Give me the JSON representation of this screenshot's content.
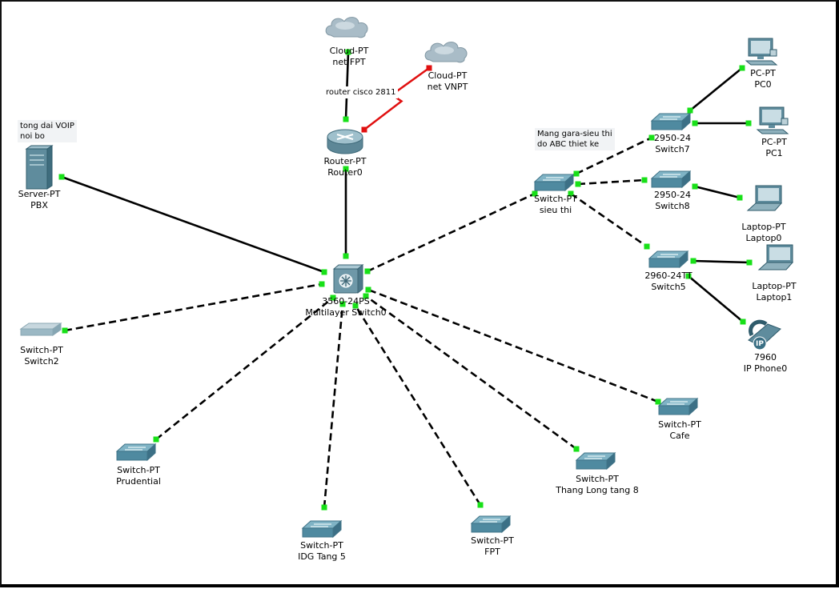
{
  "notes": {
    "voip": {
      "line1": "tong dai VOIP",
      "line2": "noi bo"
    },
    "router_model": "router cisco 2811",
    "gara": {
      "line1": "Mang gara-sieu thi",
      "line2": "do ABC thiet ke"
    }
  },
  "devices": [
    {
      "id": "cloud_fpt",
      "icon": "cloud-icon",
      "model": "Cloud-PT",
      "name": "net FPT"
    },
    {
      "id": "cloud_vnpt",
      "icon": "cloud-icon",
      "model": "Cloud-PT",
      "name": "net VNPT"
    },
    {
      "id": "router0",
      "icon": "router-icon",
      "model": "Router-PT",
      "name": "Router0"
    },
    {
      "id": "server_pbx",
      "icon": "server-icon",
      "model": "Server-PT",
      "name": "PBX"
    },
    {
      "id": "mls0",
      "icon": "multilayer-switch-icon",
      "model": "3560-24PS",
      "name": "Multilayer Switch0"
    },
    {
      "id": "sw_sieuthi",
      "icon": "switch-icon",
      "model": "Switch-PT",
      "name": "sieu thi"
    },
    {
      "id": "switch7",
      "icon": "switch-icon",
      "model": "2950-24",
      "name": "Switch7"
    },
    {
      "id": "switch8",
      "icon": "switch-icon",
      "model": "2950-24",
      "name": "Switch8"
    },
    {
      "id": "switch5",
      "icon": "switch-icon",
      "model": "2960-24TT",
      "name": "Switch5"
    },
    {
      "id": "pc0",
      "icon": "pc-icon",
      "model": "PC-PT",
      "name": "PC0"
    },
    {
      "id": "pc1",
      "icon": "pc-icon",
      "model": "PC-PT",
      "name": "PC1"
    },
    {
      "id": "laptop0",
      "icon": "laptop-icon",
      "model": "Laptop-PT",
      "name": "Laptop0"
    },
    {
      "id": "laptop1",
      "icon": "laptop-icon",
      "model": "Laptop-PT",
      "name": "Laptop1"
    },
    {
      "id": "ipphone0",
      "icon": "ip-phone-icon",
      "model": "7960",
      "name": "IP Phone0"
    },
    {
      "id": "switch2",
      "icon": "switch-icon",
      "model": "Switch-PT",
      "name": "Switch2"
    },
    {
      "id": "sw_prudential",
      "icon": "switch-icon",
      "model": "Switch-PT",
      "name": "Prudential"
    },
    {
      "id": "sw_idg",
      "icon": "switch-icon",
      "model": "Switch-PT",
      "name": "IDG Tang 5"
    },
    {
      "id": "sw_fpt",
      "icon": "switch-icon",
      "model": "Switch-PT",
      "name": "FPT"
    },
    {
      "id": "sw_thanglong",
      "icon": "switch-icon",
      "model": "Switch-PT",
      "name": "Thang Long tang 8"
    },
    {
      "id": "sw_cafe",
      "icon": "switch-icon",
      "model": "Switch-PT",
      "name": "Cafe"
    }
  ],
  "links": [
    {
      "from": "cloud_fpt",
      "to": "router0",
      "type": "copper-straight"
    },
    {
      "from": "cloud_vnpt",
      "to": "router0",
      "type": "serial"
    },
    {
      "from": "router0",
      "to": "mls0",
      "type": "copper-straight"
    },
    {
      "from": "server_pbx",
      "to": "mls0",
      "type": "copper-straight"
    },
    {
      "from": "mls0",
      "to": "sw_sieuthi",
      "type": "copper-cross"
    },
    {
      "from": "mls0",
      "to": "switch2",
      "type": "copper-cross"
    },
    {
      "from": "mls0",
      "to": "sw_prudential",
      "type": "copper-cross"
    },
    {
      "from": "mls0",
      "to": "sw_idg",
      "type": "copper-cross"
    },
    {
      "from": "mls0",
      "to": "sw_fpt",
      "type": "copper-cross"
    },
    {
      "from": "mls0",
      "to": "sw_thanglong",
      "type": "copper-cross"
    },
    {
      "from": "mls0",
      "to": "sw_cafe",
      "type": "copper-cross"
    },
    {
      "from": "sw_sieuthi",
      "to": "switch7",
      "type": "copper-cross"
    },
    {
      "from": "sw_sieuthi",
      "to": "switch8",
      "type": "copper-cross"
    },
    {
      "from": "sw_sieuthi",
      "to": "switch5",
      "type": "copper-cross"
    },
    {
      "from": "switch7",
      "to": "pc0",
      "type": "copper-straight"
    },
    {
      "from": "switch7",
      "to": "pc1",
      "type": "copper-straight"
    },
    {
      "from": "switch8",
      "to": "laptop0",
      "type": "copper-straight"
    },
    {
      "from": "switch5",
      "to": "laptop1",
      "type": "copper-straight"
    },
    {
      "from": "switch5",
      "to": "ipphone0",
      "type": "copper-straight"
    }
  ],
  "colors": {
    "link": "#000000",
    "serial": "#e01010",
    "port_up": "#18e018",
    "port_serial": "#e01010",
    "switch_top": "#7fb3c5",
    "switch_side": "#4f8aa0",
    "note_bg": "#f1f3f5"
  }
}
